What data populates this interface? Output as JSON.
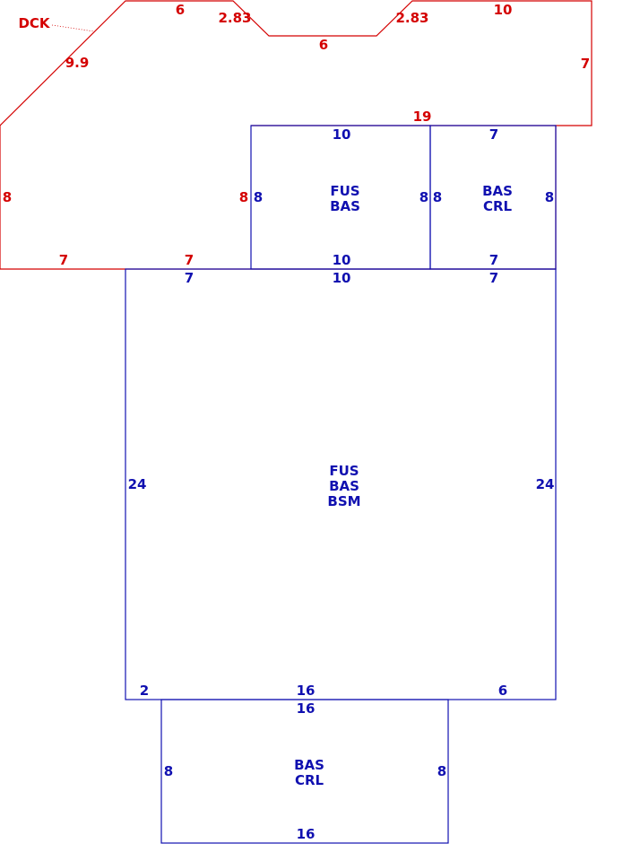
{
  "colors": {
    "deck": "#d40000",
    "building": "#1010b0"
  },
  "deck": {
    "name": "DCK",
    "dims": {
      "top_left": "6",
      "notch_left": "2.83",
      "notch_bottom": "6",
      "notch_right": "2.83",
      "top_right": "10",
      "right": "7",
      "bottom_right": "19",
      "diagonal": "9.9",
      "left": "8",
      "bottom_left": "7",
      "bottom_mid": "7",
      "inner_right": "8"
    }
  },
  "rooms": {
    "upper_left": {
      "lines": [
        "FUS",
        "BAS"
      ],
      "dims": {
        "top": "10",
        "bottom": "10",
        "left": "8",
        "right": "8"
      }
    },
    "upper_right": {
      "lines": [
        "BAS",
        "CRL"
      ],
      "dims": {
        "top": "7",
        "bottom": "7",
        "left": "8",
        "right": "8"
      }
    },
    "main": {
      "lines": [
        "FUS",
        "BAS",
        "BSM"
      ],
      "dims": {
        "top_left": "7",
        "top_mid": "10",
        "top_right": "7",
        "left": "24",
        "right": "24",
        "bottom_left": "2",
        "bottom_mid": "16",
        "bottom_right": "6"
      }
    },
    "lower": {
      "lines": [
        "BAS",
        "CRL"
      ],
      "dims": {
        "top": "16",
        "bottom": "16",
        "left": "8",
        "right": "8"
      }
    }
  }
}
